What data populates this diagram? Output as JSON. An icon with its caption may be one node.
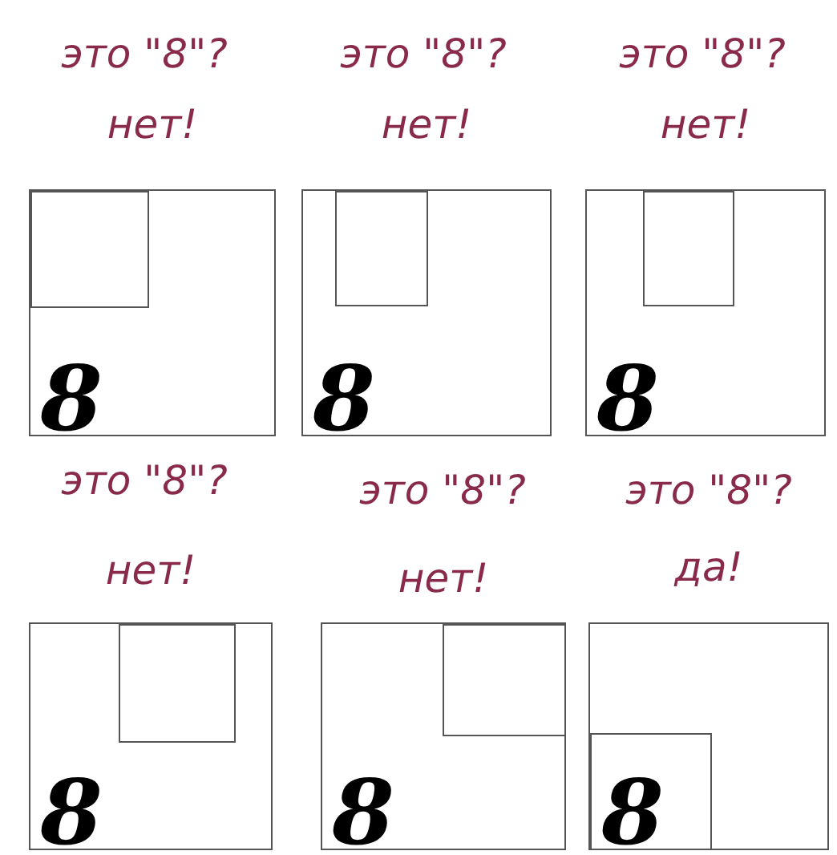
{
  "diagram": {
    "nodes": [
      {
        "text": [
          "8"
        ]
      },
      {
        "text": [],
        "shape": "box",
        "in": 0
      },
      {
        "text": [
          "8"
        ]
      },
      {
        "text": [],
        "shape": "box",
        "in": 2
      },
      {
        "text": [
          "8"
        ]
      },
      {
        "text": [],
        "shape": "box",
        "in": 4
      },
      {
        "text": [
          "8"
        ]
      },
      {
        "text": [],
        "shape": "box",
        "in": 6
      },
      {
        "text": [
          "8"
        ]
      },
      {
        "text": [],
        "shape": "box",
        "in": 8
      },
      {
        "text": [],
        "shape": "box"
      },
      {
        "text": [
          "8"
        ],
        "in": 10
      }
    ],
    "labels": [
      "это \"8\"?",
      "это \"8\"?",
      "это \"8\"?",
      "нет!",
      "нет!",
      "нет!",
      "это \"8\"?",
      "это \"8\"?",
      "это \"8\"?",
      "нет!",
      "нет!",
      "да!"
    ]
  }
}
